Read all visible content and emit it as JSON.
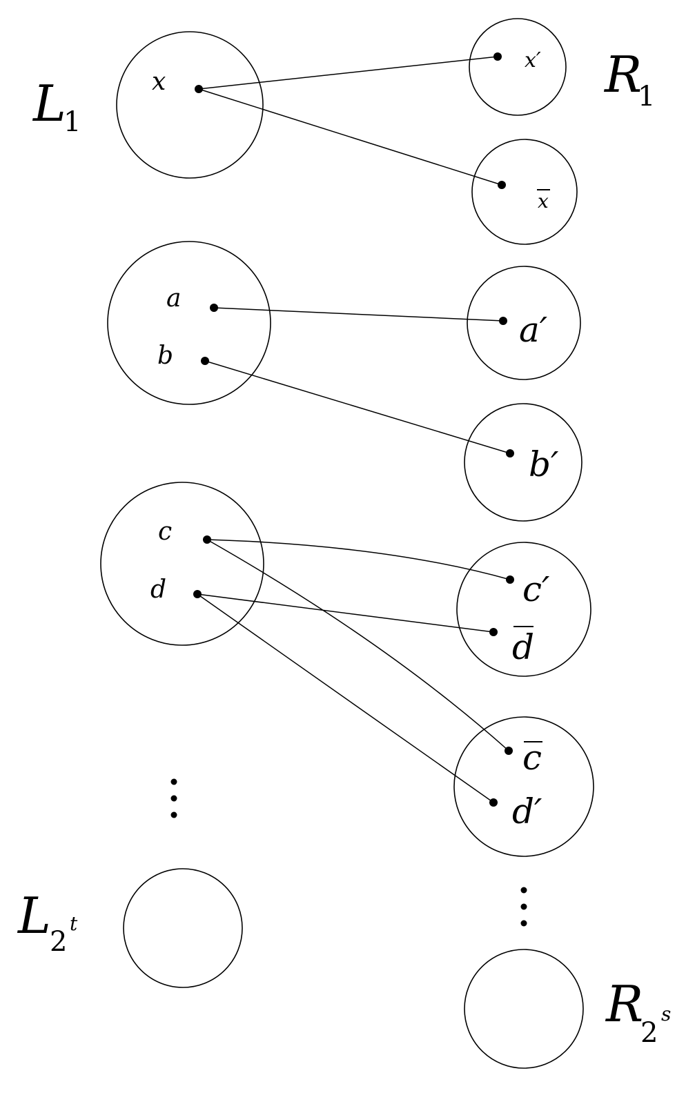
{
  "left_groups": [
    {
      "name": "L",
      "subscript": "1",
      "superscript": ""
    },
    {
      "name": "L",
      "subscript": "2",
      "superscript": "t"
    }
  ],
  "right_groups": [
    {
      "name": "R",
      "subscript": "1",
      "superscript": ""
    },
    {
      "name": "R",
      "subscript": "2",
      "superscript": "s"
    }
  ],
  "left_vertices": {
    "x": "x",
    "a": "a",
    "b": "b",
    "c": "c",
    "d": "d"
  },
  "right_vertices": {
    "x_prime": "x′",
    "x_bar": "x",
    "a_prime": "a′",
    "b_prime": "b′",
    "c_prime": "c′",
    "d_bar": "d",
    "c_bar": "c",
    "d_prime": "d′"
  },
  "edges": [
    [
      "x",
      "x′"
    ],
    [
      "x",
      "x̄"
    ],
    [
      "a",
      "a′"
    ],
    [
      "b",
      "b′"
    ],
    [
      "c",
      "c′"
    ],
    [
      "c",
      "c̄"
    ],
    [
      "d",
      "d̄"
    ],
    [
      "d",
      "d′"
    ]
  ]
}
